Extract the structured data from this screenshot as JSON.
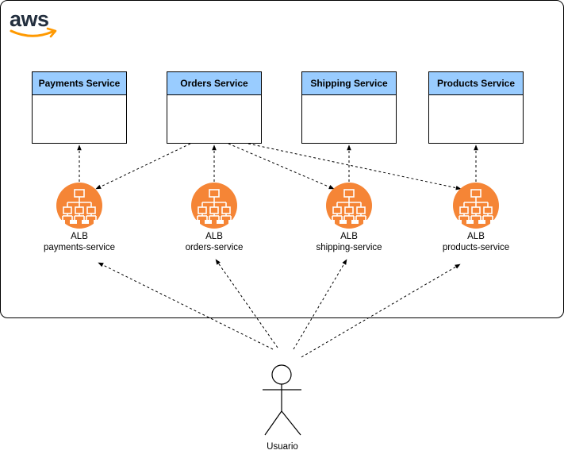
{
  "provider": {
    "logo_text": "aws"
  },
  "services": [
    {
      "title": "Payments Service"
    },
    {
      "title": "Orders Service"
    },
    {
      "title": "Shipping Service"
    },
    {
      "title": "Products Service"
    }
  ],
  "load_balancers": [
    {
      "type": "ALB",
      "name": "payments-service"
    },
    {
      "type": "ALB",
      "name": "orders-service"
    },
    {
      "type": "ALB",
      "name": "shipping-service"
    },
    {
      "type": "ALB",
      "name": "products-service"
    }
  ],
  "actor": {
    "label": "Usuario"
  },
  "colors": {
    "service_header": "#99ccff",
    "alb_orange": "#f58536",
    "alb_icon_white": "#ffffff",
    "aws_text": "#232f3e",
    "aws_smile": "#ff9900",
    "line": "#000000"
  },
  "connections": [
    {
      "from": "orders-service-box",
      "to": "alb-payments-service"
    },
    {
      "from": "orders-service-box",
      "to": "alb-shipping-service"
    },
    {
      "from": "orders-service-box",
      "to": "alb-products-service"
    }
  ]
}
